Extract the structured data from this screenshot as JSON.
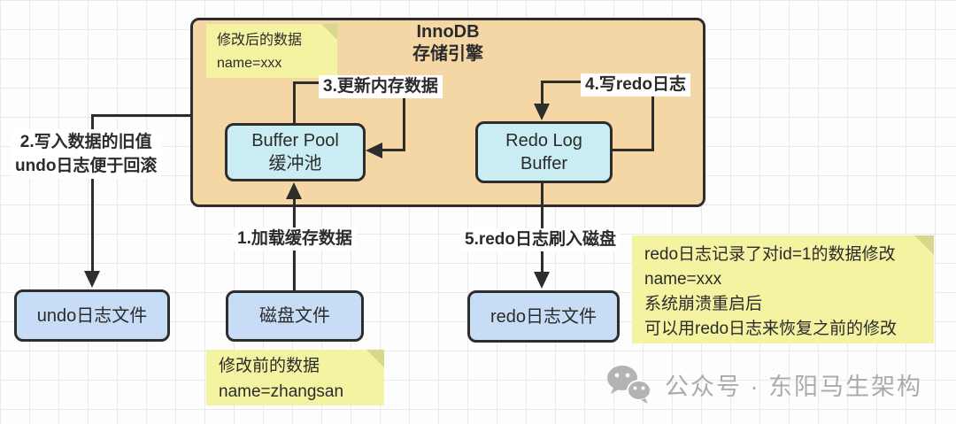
{
  "colors": {
    "c-bg": "#fdfdfd",
    "c-grid": "#e9e9e9",
    "c-orange": "#f5d7a6",
    "c-cyan": "#c9edf2",
    "c-blue": "#c7ddf5",
    "c-note": "#f3f3a2",
    "c-note-fold": "#d6d88d",
    "c-line": "#2d2d2d",
    "c-text": "#2b2b2b",
    "c-label-bg": "#ffffff",
    "c-watermark": "#ababab"
  },
  "innodb": {
    "title_line1": "InnoDB",
    "title_line2": "存储引擎"
  },
  "nodes": {
    "buffer_pool": {
      "line1": "Buffer Pool",
      "line2": "缓冲池"
    },
    "redo_log_buffer": {
      "line1": "Redo Log",
      "line2": "Buffer"
    },
    "undo_log_file": {
      "label": "undo日志文件"
    },
    "disk_file": {
      "label": "磁盘文件"
    },
    "redo_log_file": {
      "label": "redo日志文件"
    }
  },
  "steps": {
    "step1": {
      "label": "1.加载缓存数据"
    },
    "step2": {
      "line1": "2.写入数据的旧值",
      "line2": "undo日志便于回滚"
    },
    "step3": {
      "label": "3.更新内存数据"
    },
    "step4": {
      "label": "4.写redo日志"
    },
    "step5": {
      "label": "5.redo日志刷入磁盘"
    }
  },
  "notes": {
    "modified_data": {
      "lines": [
        "修改后的数据",
        "name=xxx"
      ]
    },
    "original_data": {
      "lines": [
        "修改前的数据",
        "name=zhangsan"
      ]
    },
    "redo_explain": {
      "lines": [
        "redo日志记录了对id=1的数据修改",
        "name=xxx",
        "系统崩溃重启后",
        "可以用redo日志来恢复之前的修改"
      ]
    }
  },
  "watermark": {
    "icon": "wechat-icon",
    "text": "公众号 · 东阳马生架构"
  }
}
